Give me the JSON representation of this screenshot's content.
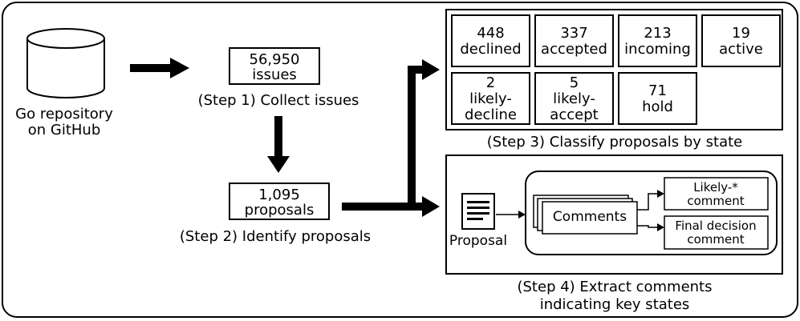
{
  "source": {
    "line1": "Go repository",
    "line2": "on GitHub"
  },
  "step1": {
    "box_line1": "56,950",
    "box_line2": "issues",
    "caption": "(Step 1) Collect issues"
  },
  "step2": {
    "box_line1": "1,095",
    "box_line2": "proposals",
    "caption": "(Step 2) Identify proposals"
  },
  "step3": {
    "caption": "(Step 3) Classify proposals by state",
    "states": [
      {
        "count": "448",
        "label_lines": [
          "declined"
        ]
      },
      {
        "count": "337",
        "label_lines": [
          "accepted"
        ]
      },
      {
        "count": "213",
        "label_lines": [
          "incoming"
        ]
      },
      {
        "count": "19",
        "label_lines": [
          "active"
        ]
      },
      {
        "count": "2",
        "label_lines": [
          "likely-",
          "decline"
        ]
      },
      {
        "count": "5",
        "label_lines": [
          "likely-",
          "accept"
        ]
      },
      {
        "count": "71",
        "label_lines": [
          "hold"
        ]
      }
    ]
  },
  "step4": {
    "caption_line1": "(Step 4) Extract comments",
    "caption_line2": "indicating key states",
    "proposal_label": "Proposal",
    "comments_label": "Comments",
    "likely_comment": {
      "line1": "Likely-*",
      "line2": "comment"
    },
    "final_comment": {
      "line1": "Final decision",
      "line2": "comment"
    }
  }
}
